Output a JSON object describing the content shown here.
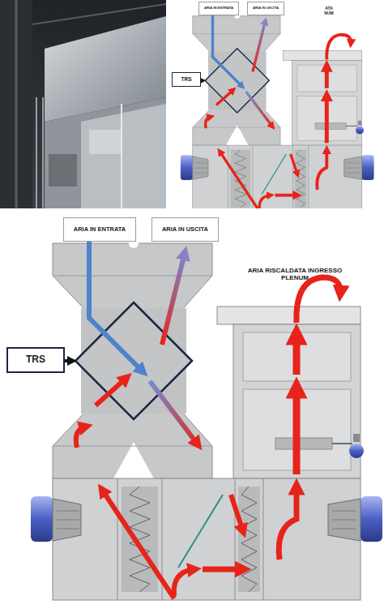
{
  "diagram": {
    "nodes": [
      {
        "text": [
          "ARIA IN ENTRATA"
        ]
      },
      {
        "text": [
          "ARIA IN USCITA"
        ]
      },
      {
        "text": [
          "ATA NUM"
        ]
      },
      {
        "text": [
          "TRS"
        ]
      },
      {
        "text": [
          "ARIA IN ENTRATA"
        ]
      },
      {
        "text": [
          "ARIA IN USCITA"
        ]
      },
      {
        "text": [
          "ARIA RISCALDATA INGRESSO PLENUM"
        ]
      },
      {
        "text": [
          "TRS"
        ]
      }
    ]
  }
}
